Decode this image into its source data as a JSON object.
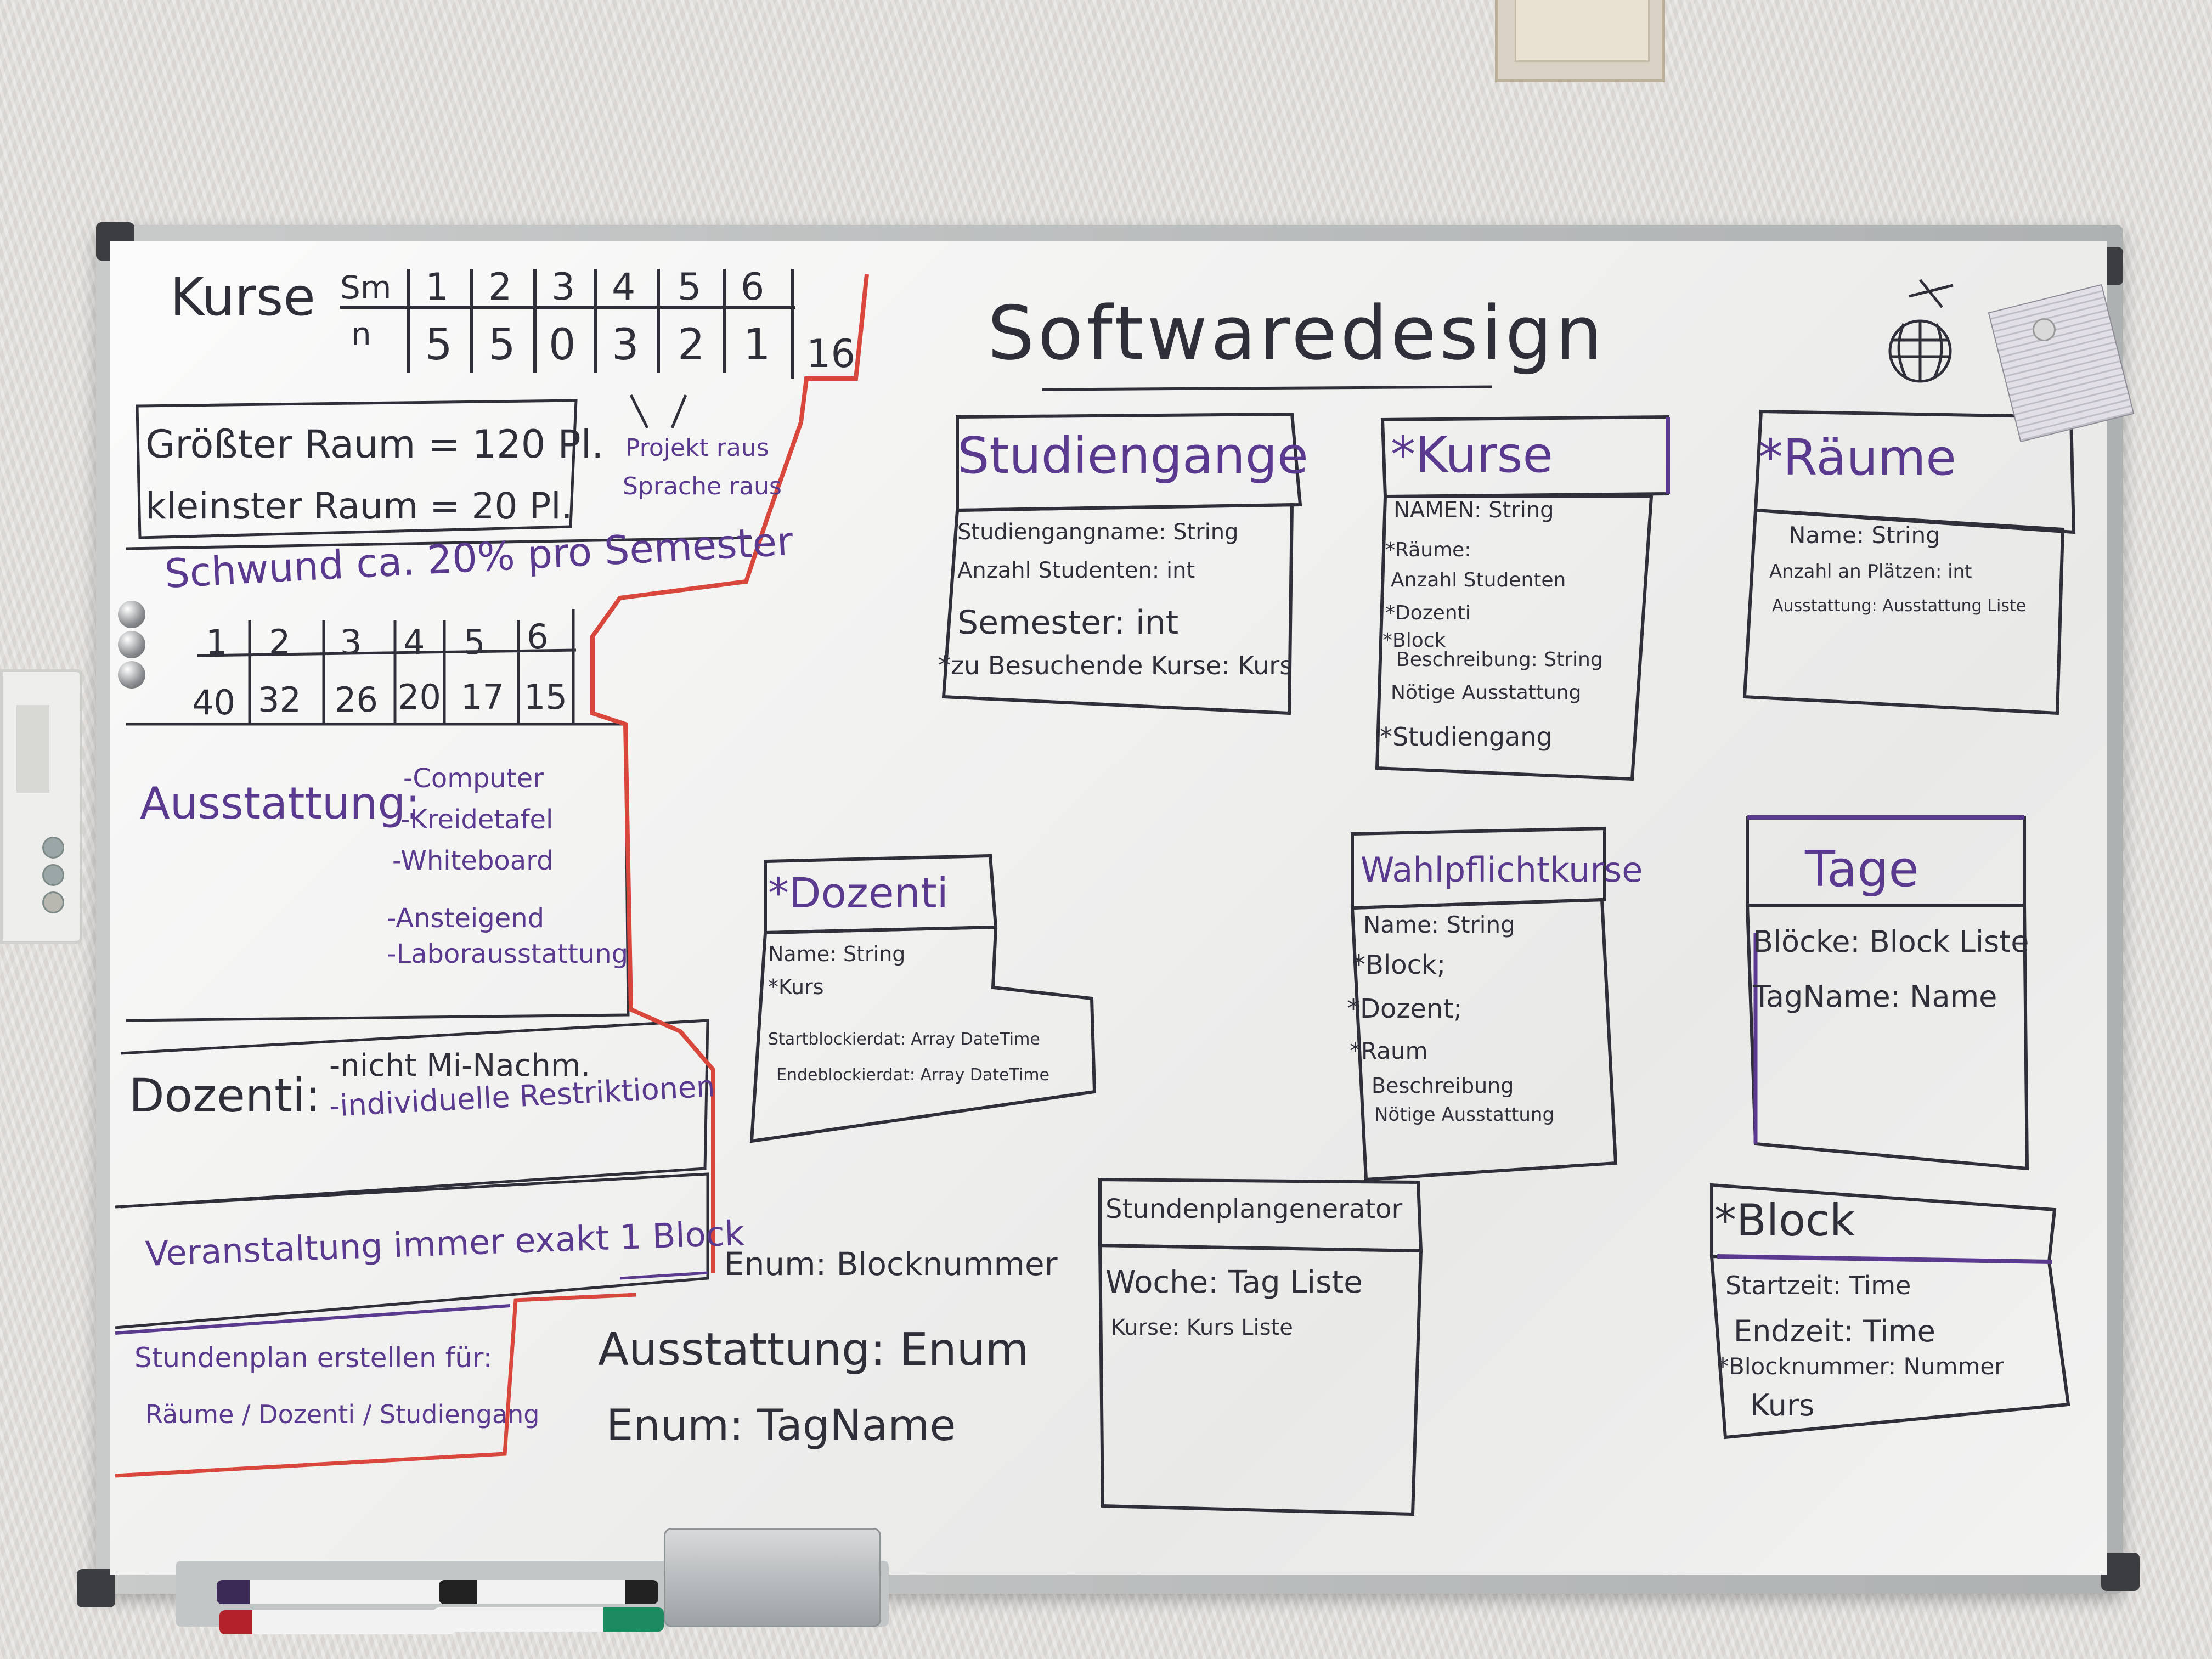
{
  "title": "Softwaredesign",
  "left_panel": {
    "kurse_label": "Kurse",
    "sm_label": "Sm",
    "n_label": "n",
    "semesters": [
      "1",
      "2",
      "3",
      "4",
      "5",
      "6"
    ],
    "counts": [
      "5",
      "5",
      "0",
      "3",
      "2",
      "1"
    ],
    "total": "16",
    "room_big": "Größter Raum = 120 Pl.",
    "room_small": "kleinster Raum = 20 Pl.",
    "rooms_note_1": "Projekt raus",
    "rooms_note_2": "Sprache raus",
    "schwund": "Schwund ca. 20% pro Semester",
    "schwund_sem": [
      "1",
      "2",
      "3",
      "4",
      "5",
      "6"
    ],
    "schwund_vals": [
      "40",
      "32",
      "26",
      "20",
      "17",
      "15"
    ],
    "ausstattung_label": "Ausstattung:",
    "ausstattung_items": [
      "-Computer",
      "-Kreidetafel",
      "-Whiteboard",
      "-Ansteigend",
      "-Laborausstattung"
    ],
    "dozenti_label": "Dozenti:",
    "dozenti_items": [
      "-nicht Mi-Nachm.",
      "-individuelle Restriktionen"
    ],
    "veranstaltung": "Veranstaltung immer exakt 1 Block",
    "stundenplan_1": "Stundenplan erstellen für:",
    "stundenplan_2": "Räume / Dozenti / Studiengang"
  },
  "enums": {
    "blocknummer": "Enum: Blocknummer",
    "ausstattung": "Ausstattung: Enum",
    "tagname": "Enum: TagName"
  },
  "classes": {
    "studiengaenge": {
      "name": "Studiengange",
      "fields": [
        "Studiengangname: String",
        "Anzahl Studenten: int",
        "Semester: int",
        "*zu Besuchende Kurse: Kurs"
      ]
    },
    "kurse": {
      "name": "*Kurse",
      "fields": [
        "NAMEN: String",
        "*Räume:",
        "Anzahl Studenten",
        "*Dozenti",
        "*Block",
        "Beschreibung: String",
        "Nötige Ausstattung",
        "*Studiengang"
      ]
    },
    "raeume": {
      "name": "*Räume",
      "fields": [
        "Name: String",
        "Anzahl an Plätzen: int",
        "Ausstattung: Ausstattung Liste"
      ]
    },
    "dozenti": {
      "name": "*Dozenti",
      "fields": [
        "Name: String",
        "*Kurs",
        "Startblockierdat: Array DateTime",
        "Endeblockierdat: Array DateTime"
      ]
    },
    "wahlpflichtkurse": {
      "name": "Wahlpflichtkurse",
      "fields": [
        "Name: String",
        "*Block;",
        "*Dozent;",
        "*Raum",
        "Beschreibung",
        "Nötige Ausstattung"
      ]
    },
    "tage": {
      "name": "Tage",
      "fields": [
        "Blöcke: Block Liste",
        "TagName: Name"
      ]
    },
    "stundenplangenerator": {
      "name": "Stundenplangenerator",
      "fields": [
        "Woche: Tag Liste",
        "Kurse: Kurs Liste"
      ]
    },
    "block": {
      "name": "*Block",
      "fields": [
        "Startzeit: Time",
        "Endzeit: Time",
        "*Blocknummer: Nummer",
        "Kurs"
      ]
    }
  }
}
